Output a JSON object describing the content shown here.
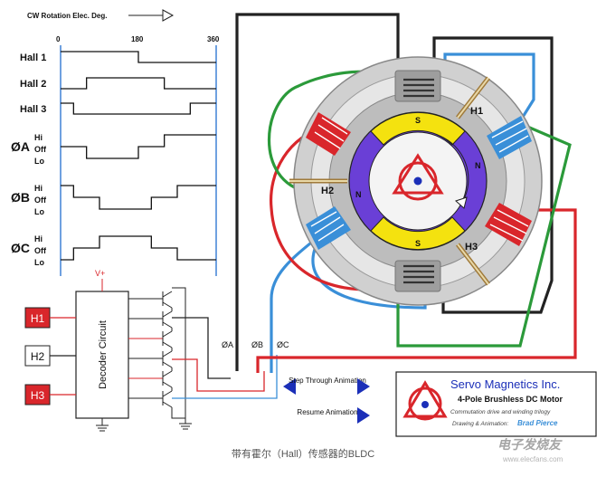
{
  "timing": {
    "axis_title": "CW Rotation Elec. Deg.",
    "ticks": [
      "0",
      "180",
      "360"
    ],
    "rows": [
      {
        "name": "Hall 1",
        "kind": "hall"
      },
      {
        "name": "Hall 2",
        "kind": "hall"
      },
      {
        "name": "Hall 3",
        "kind": "hall"
      },
      {
        "name": "ØA",
        "kind": "phase"
      },
      {
        "name": "ØB",
        "kind": "phase"
      },
      {
        "name": "ØC",
        "kind": "phase"
      }
    ],
    "levels": [
      "Hi",
      "Off",
      "Lo"
    ]
  },
  "circuit": {
    "decoder_label": "Decoder Circuit",
    "vplus": "V+",
    "inputs": [
      {
        "label": "H1",
        "active": true
      },
      {
        "label": "H2",
        "active": false
      },
      {
        "label": "H3",
        "active": true
      }
    ],
    "phase_labels": [
      "ØA",
      "ØB",
      "ØC"
    ]
  },
  "motor": {
    "hall_labels": [
      "H1",
      "H2",
      "H3"
    ],
    "pole_labels": [
      "S",
      "N",
      "S",
      "N"
    ]
  },
  "controls": {
    "step_label": "Step Through Animation",
    "resume_label": "Resume Animation"
  },
  "brand": {
    "name": "Servo Magnetics Inc.",
    "product": "4-Pole Brushless DC Motor",
    "line1": "Commutation drive and winding trilogy",
    "line2": "Drawing & Animation:",
    "author": "Brad Pierce"
  },
  "caption": "带有霍尔（Hall）传感器的BLDC",
  "watermark": "电子发烧友",
  "watermark_url": "www.elecfans.com",
  "colors": {
    "red": "#d9262b",
    "blue": "#3a8fd8",
    "green": "#2b9a3a",
    "yellow": "#f4e20f",
    "violet": "#6a3fd6",
    "stator": "#bdbdbd",
    "navy": "#1b2fb8"
  }
}
